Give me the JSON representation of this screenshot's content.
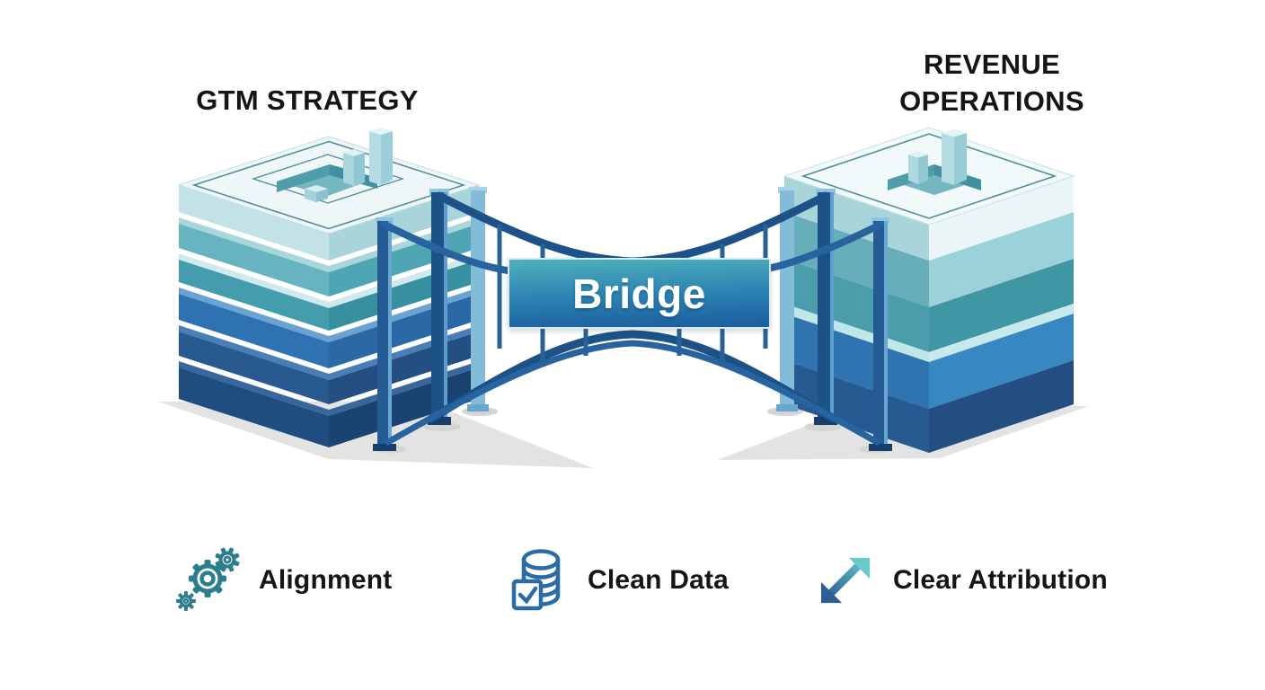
{
  "diagram": {
    "left_pillar_title": "GTM STRATEGY",
    "right_pillar_title": "REVENUE OPERATIONS",
    "bridge_label": "Bridge"
  },
  "features": [
    {
      "icon": "gears-icon",
      "label": "Alignment"
    },
    {
      "icon": "database-check-icon",
      "label": "Clean Data"
    },
    {
      "icon": "diagonal-arrows-icon",
      "label": "Clear Attribution"
    }
  ],
  "palette": {
    "background": "#ffffff",
    "text": "#151515",
    "teal_accent": "#2c7e8d",
    "blue_accent": "#2b6ca6",
    "bridge_steel": "#1c5288",
    "sign_gradient_top": "#4fb0bc",
    "sign_gradient_bottom": "#1c5c9f",
    "block_teal": "#4fa5b4",
    "block_blue": "#2e72b1",
    "shadow": "#d9d9d9"
  }
}
